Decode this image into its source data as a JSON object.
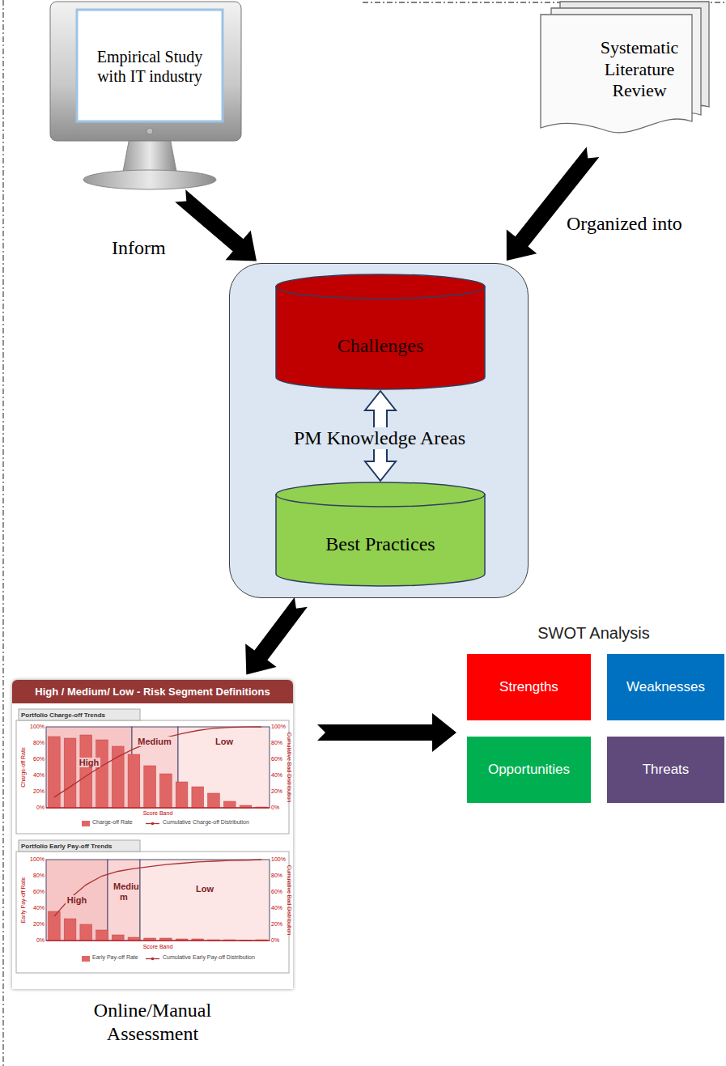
{
  "diagram": {
    "nodes": [
      {
        "text": [
          "Empirical Study with IT industry"
        ]
      },
      {
        "text": [
          "Systematic Literature Review"
        ]
      },
      {
        "text": [
          "PM Knowledge Areas"
        ]
      },
      {
        "text": [
          "Challenges"
        ],
        "in": 2
      },
      {
        "text": [
          "Best Practices"
        ],
        "in": 2
      },
      {
        "text": [
          "High / Medium/ Low - Risk Segment Definitions",
          "Online/Manual Assessment"
        ]
      },
      {
        "text": [
          "SWOT Analysis"
        ]
      },
      {
        "text": [
          "Strengths"
        ],
        "in": 6
      },
      {
        "text": [
          "Weaknesses"
        ],
        "in": 6
      },
      {
        "text": [
          "Opportunities"
        ],
        "in": 6
      },
      {
        "text": [
          "Threats"
        ],
        "in": 6
      }
    ],
    "edges": [
      {
        "from": 0,
        "to": 2,
        "label": "Inform",
        "arrow": "to"
      },
      {
        "from": 1,
        "to": 2,
        "label": "Organized into",
        "arrow": "to"
      },
      {
        "from": 3,
        "to": 4,
        "arrow": "both"
      },
      {
        "from": 2,
        "to": 5,
        "arrow": "to"
      },
      {
        "from": 5,
        "to": 6,
        "arrow": "to"
      }
    ],
    "labels": [
      "Portfolio Charge-off Trends",
      "High",
      "Medium",
      "Low",
      "Charge-off Rate",
      "Cumulative Bad Distribution",
      "Score Band",
      "Charge-off Rate",
      "Cumulative Charge-off Distribution",
      "Portfolio Early Pay-off Trends",
      "High",
      "Mediu m",
      "Low",
      "Early Pay-off Rate",
      "Cumulative Bad Distribution",
      "Score Band",
      "Early Pay-off Rate",
      "Cumulative Early Pay-off Distribution",
      "100%",
      "80%",
      "60%",
      "40%",
      "20%",
      "0%",
      "100%",
      "80%",
      "60%",
      "40%",
      "20%",
      "0%",
      "100%",
      "80%",
      "60%",
      "40%",
      "20%",
      "0%",
      "100%",
      "80%",
      "60%",
      "40%",
      "20%",
      "0%"
    ]
  }
}
